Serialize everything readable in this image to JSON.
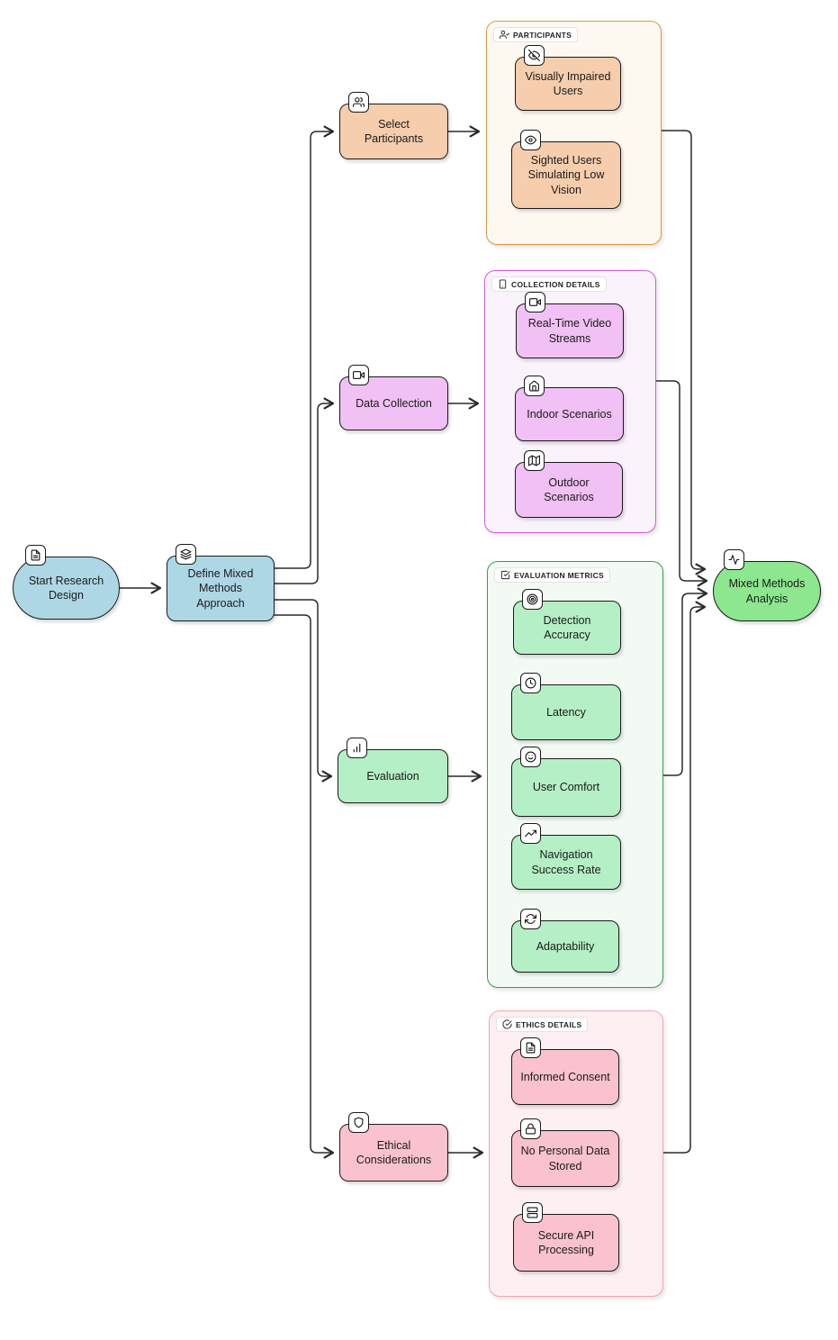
{
  "colors": {
    "text": "#1a1a1a",
    "edge": "#2a2a2a",
    "node_blue": "#aed7e6",
    "node_peach": "#f6cdad",
    "node_purple": "#f1c0f4",
    "node_green": "#b5efc6",
    "node_pink": "#fac2ce",
    "node_bright_green": "#8ce78f",
    "sg_participants_bg": "#fdf9f0",
    "sg_participants_border": "#d79b43",
    "sg_collection_bg": "#faf3fb",
    "sg_collection_border": "#cb5fd4",
    "sg_metrics_bg": "#f3faf4",
    "sg_metrics_border": "#37a048",
    "sg_ethics_bg": "#fdeff2",
    "sg_ethics_border": "#f2a7b2"
  },
  "nodes": {
    "start": {
      "label": "Start Research Design",
      "icon": "file-text"
    },
    "define": {
      "label": "Define Mixed Methods Approach",
      "icon": "layers"
    },
    "select_participants": {
      "label": "Select Participants",
      "icon": "users"
    },
    "data_collection": {
      "label": "Data Collection",
      "icon": "video"
    },
    "evaluation": {
      "label": "Evaluation",
      "icon": "bar-chart"
    },
    "ethical": {
      "label": "Ethical Considerations",
      "icon": "shield"
    },
    "analysis": {
      "label": "Mixed Methods Analysis",
      "icon": "activity"
    },
    "visually_impaired": {
      "label": "Visually Impaired Users",
      "icon": "eye-off"
    },
    "sighted_users": {
      "label": "Sighted Users Simulating Low Vision",
      "icon": "eye"
    },
    "real_time_video": {
      "label": "Real-Time Video Streams",
      "icon": "video"
    },
    "indoor": {
      "label": "Indoor Scenarios",
      "icon": "home"
    },
    "outdoor": {
      "label": "Outdoor Scenarios",
      "icon": "map"
    },
    "detection_accuracy": {
      "label": "Detection Accuracy",
      "icon": "target"
    },
    "latency": {
      "label": "Latency",
      "icon": "clock"
    },
    "user_comfort": {
      "label": "User Comfort",
      "icon": "smile"
    },
    "nav_success": {
      "label": "Navigation Success Rate",
      "icon": "trending-up"
    },
    "adaptability": {
      "label": "Adaptability",
      "icon": "refresh-cw"
    },
    "informed_consent": {
      "label": "Informed Consent",
      "icon": "file-text"
    },
    "no_personal_data": {
      "label": "No Personal Data Stored",
      "icon": "lock"
    },
    "secure_api": {
      "label": "Secure API Processing",
      "icon": "server"
    }
  },
  "subgraphs": {
    "participants": {
      "title": "PARTICIPANTS",
      "icon": "user-check"
    },
    "collection": {
      "title": "COLLECTION DETAILS",
      "icon": "smartphone"
    },
    "metrics": {
      "title": "EVALUATION METRICS",
      "icon": "check-square"
    },
    "ethics": {
      "title": "ETHICS DETAILS",
      "icon": "check-circle"
    }
  }
}
